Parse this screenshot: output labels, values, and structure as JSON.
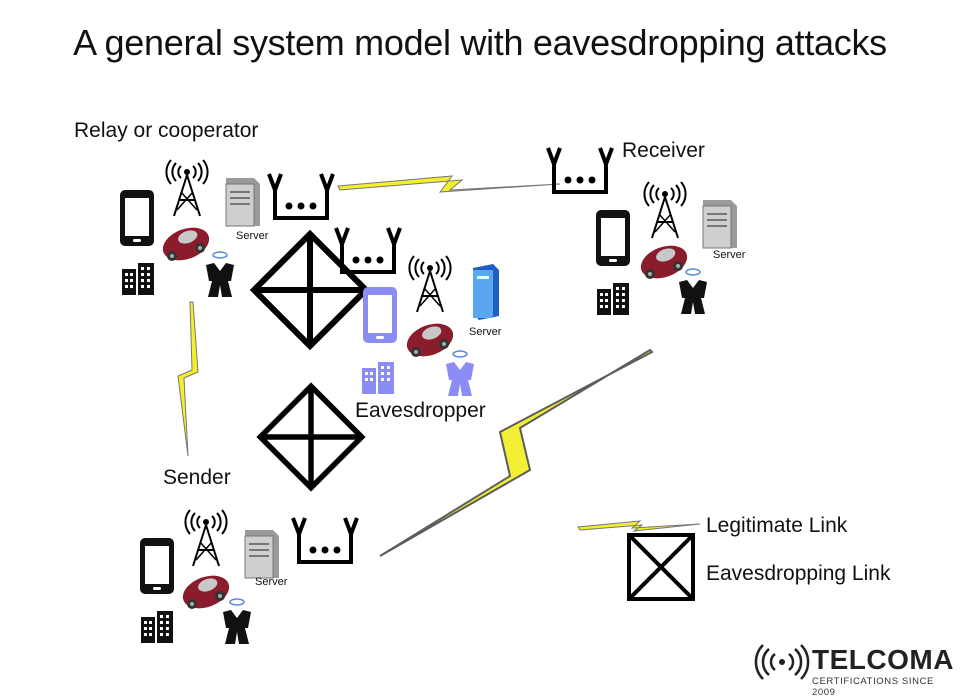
{
  "title": "A general system model with eavesdropping attacks",
  "nodes": {
    "relay": {
      "label": "Relay or cooperator",
      "server_label": "Server"
    },
    "receiver": {
      "label": "Receiver",
      "server_label": "Server"
    },
    "eavesdropper": {
      "label": "Eavesdropper",
      "server_label": "Server"
    },
    "sender": {
      "label": "Sender",
      "server_label": "Server"
    }
  },
  "legend": {
    "legitimate": "Legitimate Link",
    "eavesdropping": "Eavesdropping Link"
  },
  "brand": {
    "name": "TELCOMA",
    "tagline": "CERTIFICATIONS SINCE 2009"
  },
  "colors": {
    "lightning": "#f3ef2a",
    "lightning_shadow": "#555555",
    "car": "#8a1c2c",
    "eavesdropper_accent": "#8c8cf5",
    "eavesdropper_server": "#2a6fd6"
  }
}
